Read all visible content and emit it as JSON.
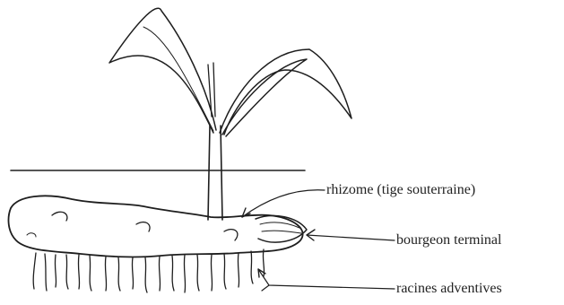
{
  "labels": {
    "rhizome": "rhizome (tige souterraine)",
    "bud": "bourgeon terminal",
    "roots": "racines adventives"
  },
  "ink_color": "#1e1e1e"
}
